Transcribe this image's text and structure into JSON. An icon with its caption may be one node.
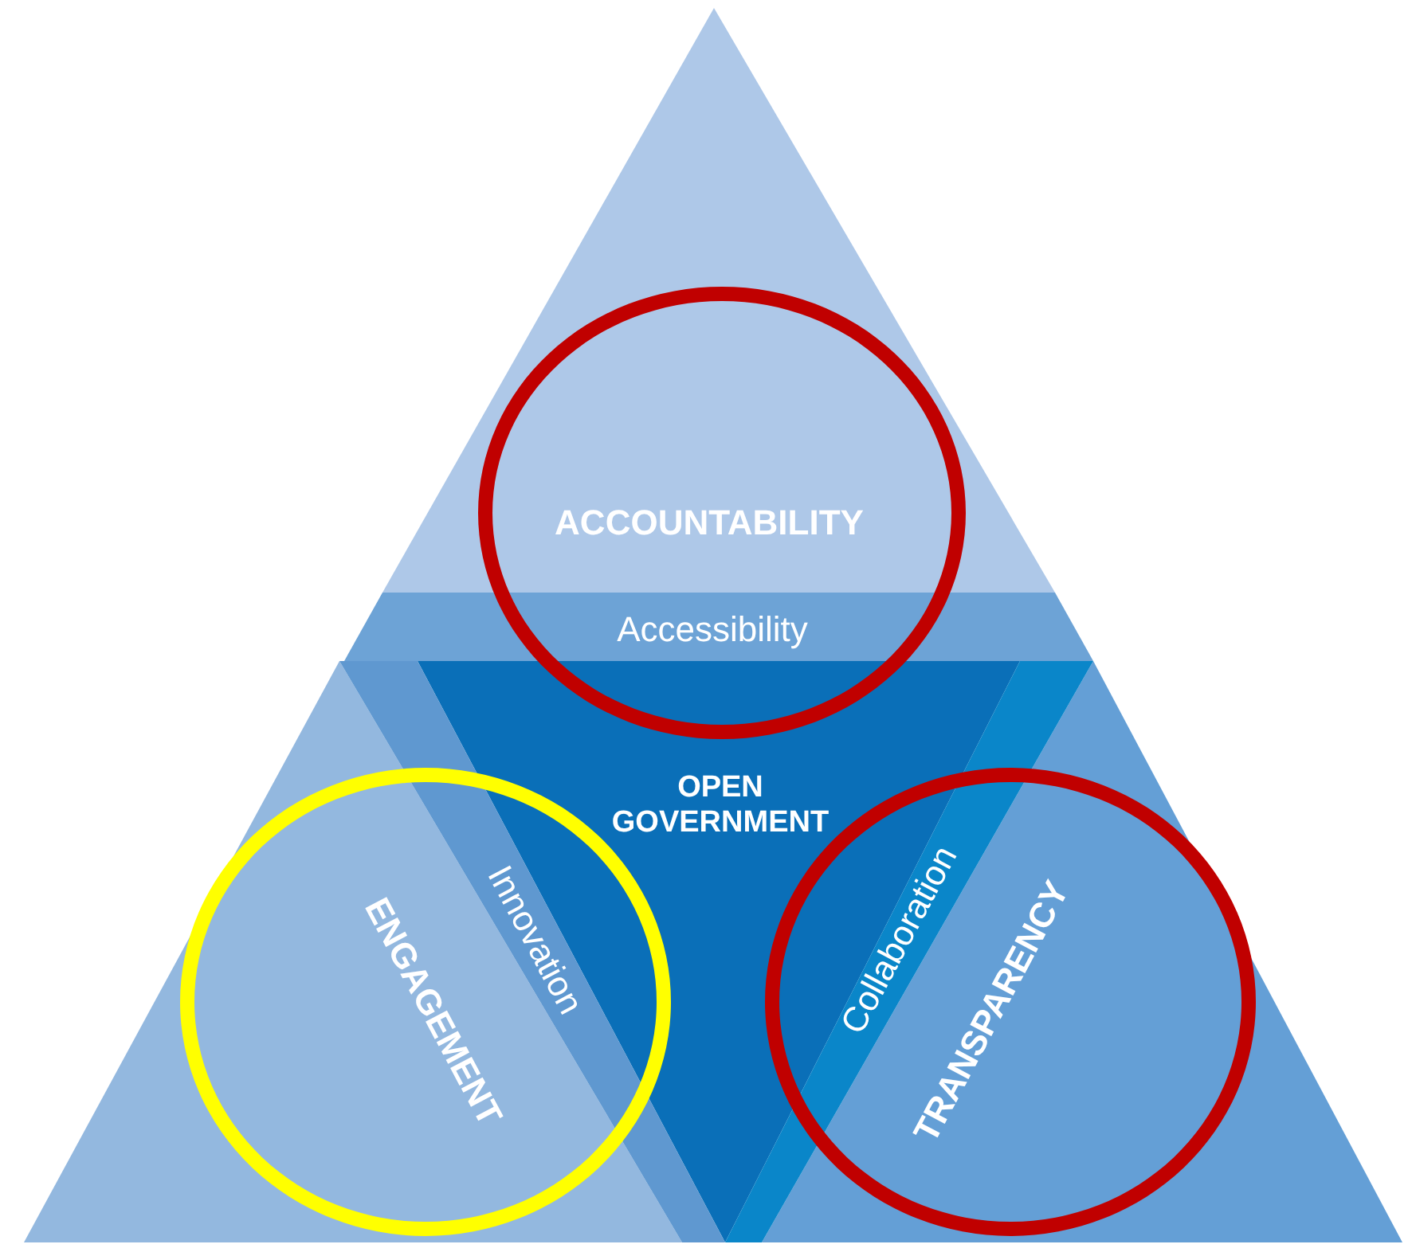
{
  "diagram": {
    "nodes": [
      {
        "text": [],
        "shape": "circle"
      },
      {
        "text": [
          "ACCOUNTABILITY"
        ],
        "in": 0
      },
      {
        "text": [
          "Accessibility"
        ],
        "in": 0
      },
      {
        "text": [
          "OPEN GOVERNMENT"
        ]
      },
      {
        "text": [],
        "shape": "circle"
      },
      {
        "text": [
          "ENGAGEMENT"
        ],
        "in": 4
      },
      {
        "text": [
          "Innovation"
        ],
        "in": 4
      },
      {
        "text": [],
        "shape": "circle"
      },
      {
        "text": [
          "Collaboration"
        ],
        "in": 7
      },
      {
        "text": [
          "TRANSPARENCY"
        ],
        "in": 7
      }
    ],
    "edges": []
  }
}
